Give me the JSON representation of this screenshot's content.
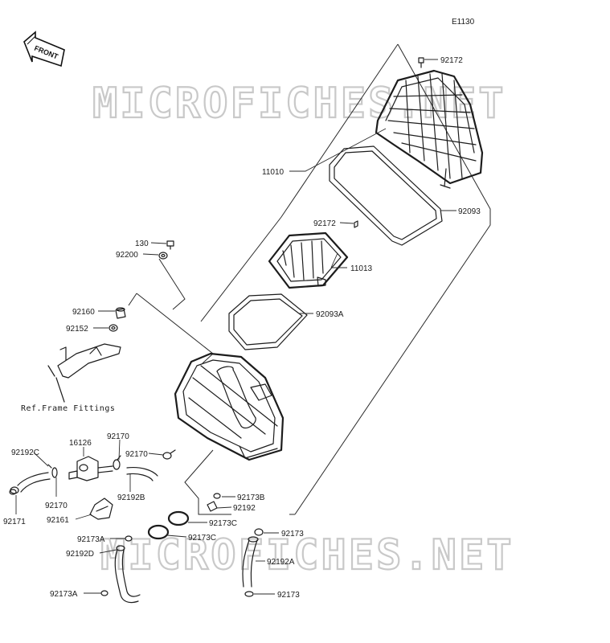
{
  "diagram": {
    "code": "E1130",
    "front_arrow": "FRONT",
    "ref_note": "Ref.Frame Fittings",
    "watermarks": [
      "MICROFICHES.NET",
      "MICROFICHES.NET"
    ],
    "labels": {
      "p92172_top": "92172",
      "p11010": "11010",
      "p92093": "92093",
      "p92172_mid": "92172",
      "p11013": "11013",
      "p130": "130",
      "p92200": "92200",
      "p92093A": "92093A",
      "p92160": "92160",
      "p92152": "92152",
      "p16126": "16126",
      "p92170_a": "92170",
      "p92192C": "92192C",
      "p92170_b": "92170",
      "p92170_c": "92170",
      "p92192B": "92192B",
      "p92171": "92171",
      "p92161": "92161",
      "p92173B": "92173B",
      "p92192": "92192",
      "p92173C_a": "92173C",
      "p92173C_b": "92173C",
      "p92173A_a": "92173A",
      "p92192D": "92192D",
      "p92173_a": "92173",
      "p92192A": "92192A",
      "p92173A_b": "92173A",
      "p92173_b": "92173"
    }
  }
}
